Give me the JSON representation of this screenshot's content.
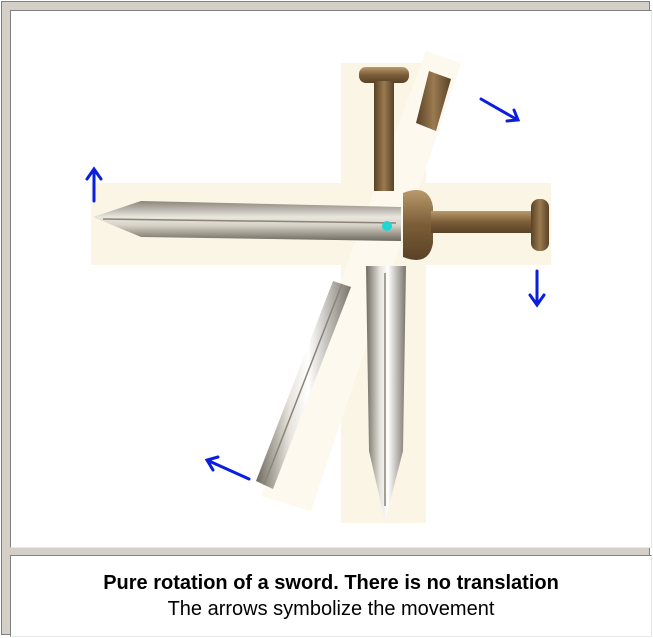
{
  "caption": {
    "title": "Pure rotation of a sword. There is no translation",
    "subtitle": "The arrows symbolize the movement"
  },
  "figure": {
    "subject": "sword-rotation",
    "pivot_color": "#1fd6d6",
    "arrow_color": "#0a1ee0",
    "blade_color": "#b8b4a8",
    "hilt_color": "#8a6a42",
    "ghost_background": "#fbf5e6"
  }
}
